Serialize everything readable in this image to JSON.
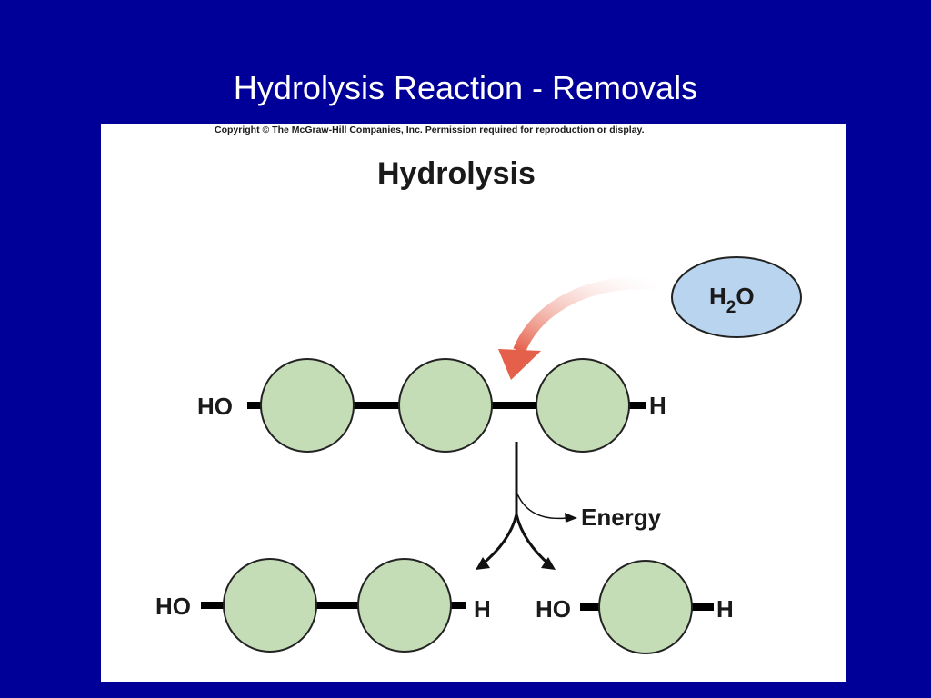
{
  "slide": {
    "title": "Hydrolysis Reaction - Removals",
    "background_color": "#000099"
  },
  "figure": {
    "copyright": "Copyright © The McGraw-Hill Companies, Inc. Permission required for reproduction or display.",
    "heading": "Hydrolysis",
    "water": {
      "main": "H",
      "subscript": "2",
      "tail": "O"
    },
    "energy_label": "Energy",
    "end_left": "HO",
    "end_right": "H",
    "colors": {
      "monomer_fill": "#c5ddb7",
      "water_fill": "#b8d4ee",
      "arrow_color": "#e5604a",
      "bond_color": "#000000"
    }
  }
}
